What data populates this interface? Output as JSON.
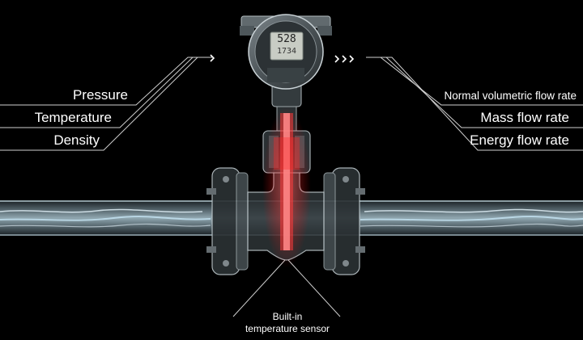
{
  "measured_inputs": [
    "Pressure",
    "Temperature",
    "Density"
  ],
  "computed_outputs": [
    "Normal volumetric flow rate",
    "Mass flow rate",
    "Energy flow rate"
  ],
  "sensor_caption": [
    "Built-in",
    "temperature sensor"
  ],
  "display": {
    "value": "528",
    "subvalue": "1734"
  },
  "colors": {
    "background": "#000000",
    "text": "#ffffff",
    "sensor_glow": "#ff3b3b",
    "pipe_flow": "#bfe8ff"
  }
}
